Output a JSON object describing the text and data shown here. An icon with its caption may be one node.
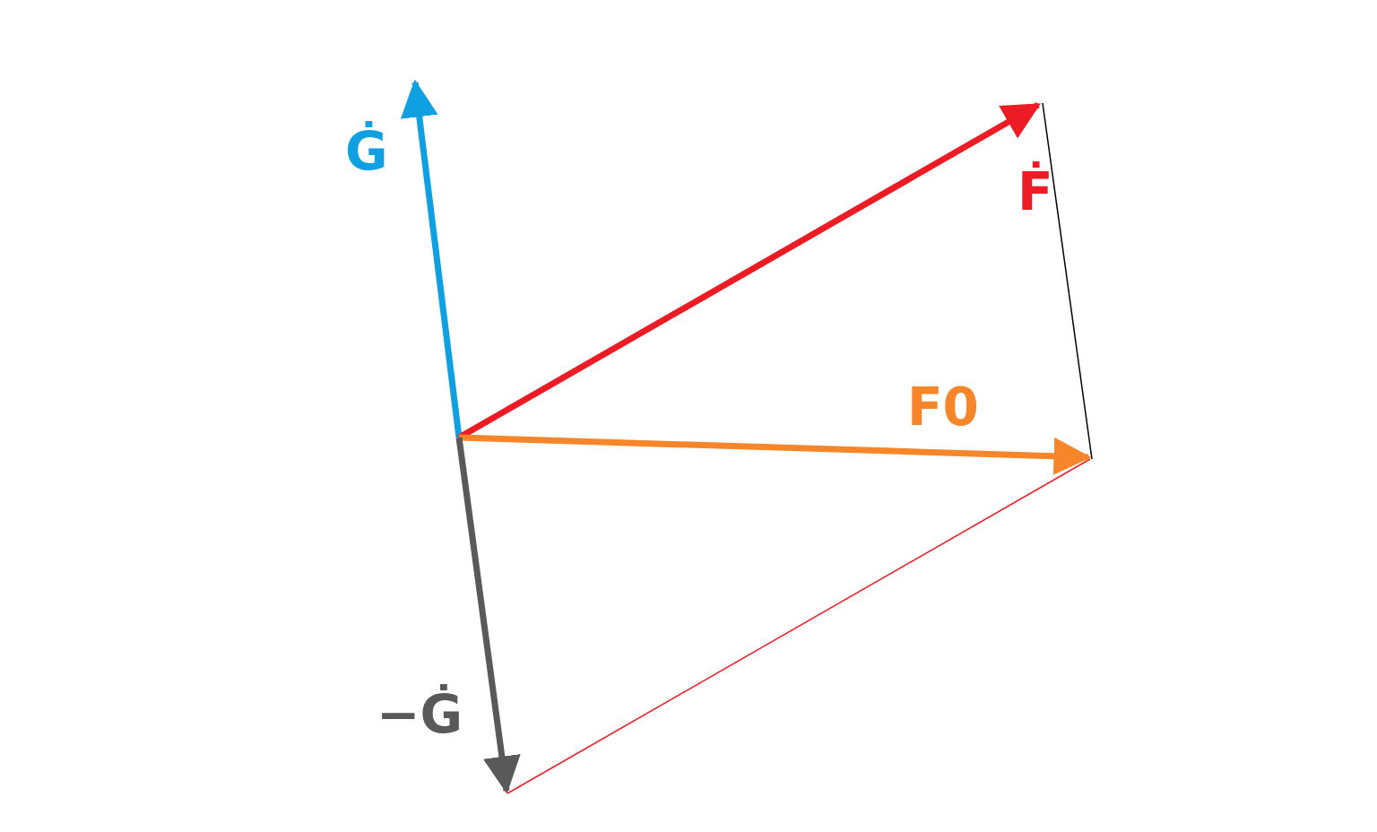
{
  "diagram": {
    "labels": [
      "Ġ",
      "Ḟ",
      "F0",
      "−Ġ"
    ]
  }
}
